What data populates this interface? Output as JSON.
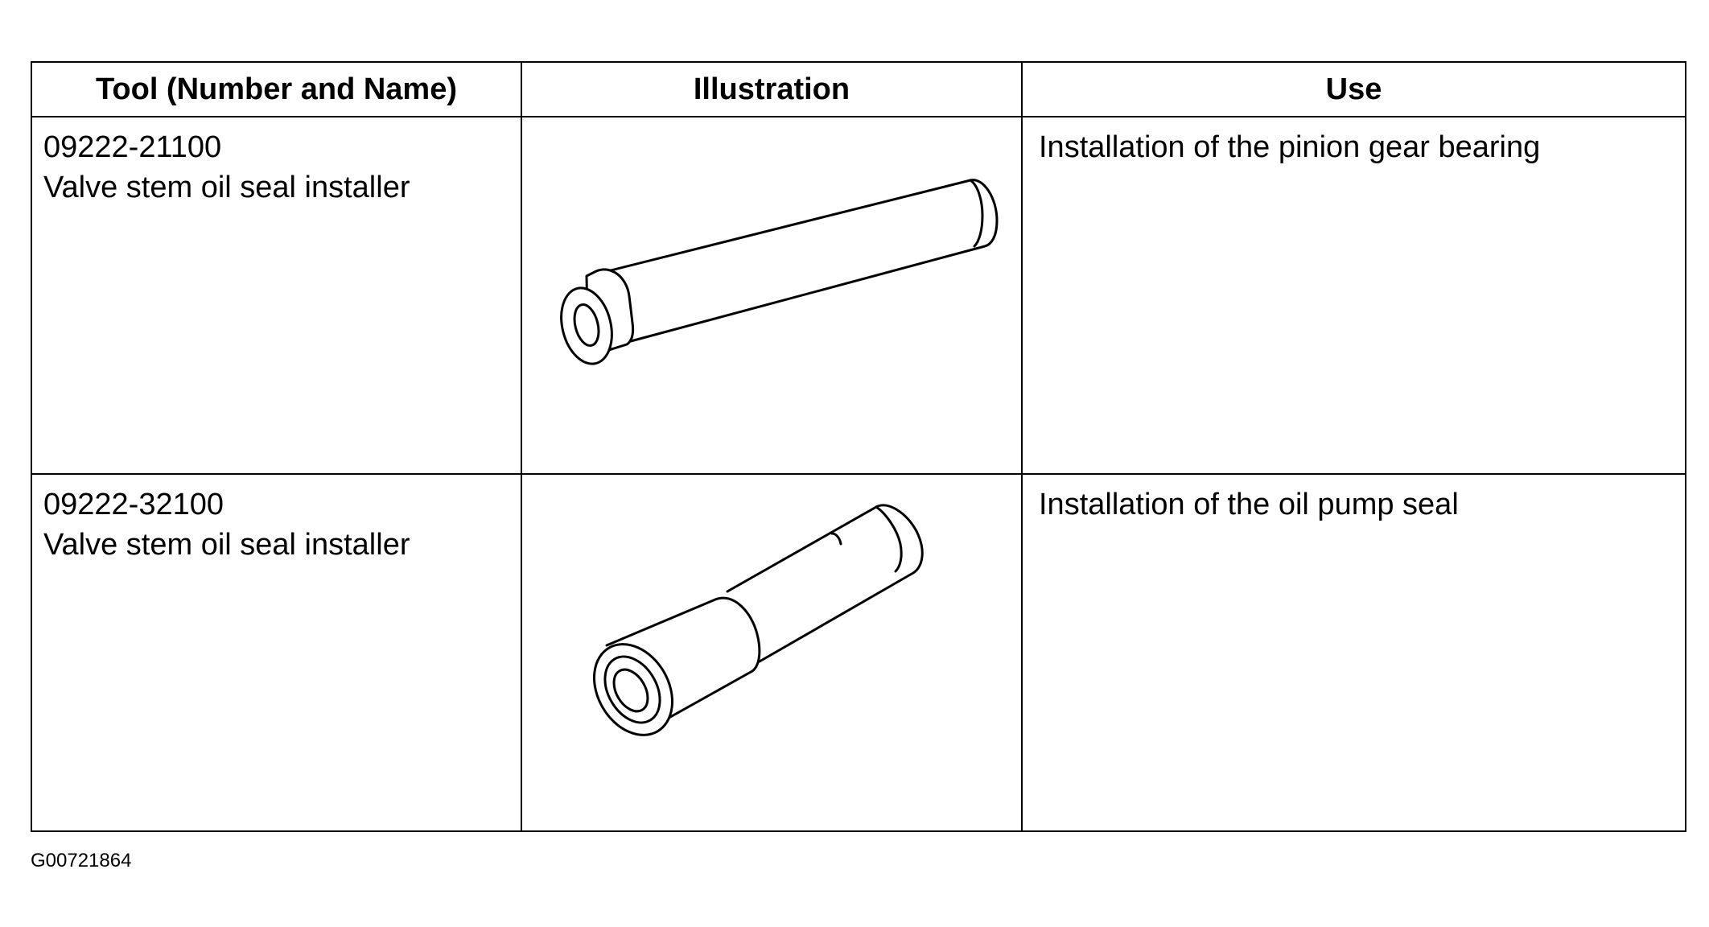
{
  "table": {
    "headers": {
      "tool": "Tool (Number and Name)",
      "illustration": "Illustration",
      "use": "Use"
    },
    "rows": [
      {
        "tool_number": "09222-21100",
        "tool_name": "Valve stem oil seal installer",
        "illustration_icon": "valve-stem-installer-long-icon",
        "use": "Installation of the pinion gear bearing"
      },
      {
        "tool_number": "09222-32100",
        "tool_name": "Valve stem oil seal installer",
        "illustration_icon": "valve-stem-installer-stepped-icon",
        "use": "Installation of the oil pump seal"
      }
    ]
  },
  "figure_id": "G00721864"
}
